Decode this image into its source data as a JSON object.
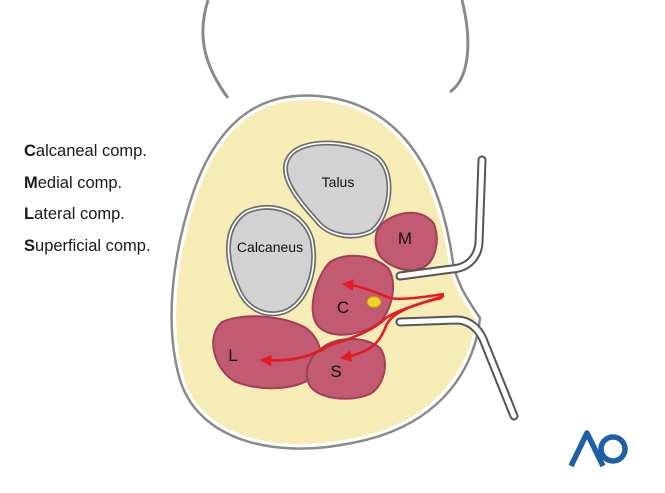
{
  "legend": [
    {
      "initial": "C",
      "rest": "alcaneal comp."
    },
    {
      "initial": "M",
      "rest": "edial comp."
    },
    {
      "initial": "L",
      "rest": "ateral comp."
    },
    {
      "initial": "S",
      "rest": "uperficial comp."
    }
  ],
  "bones": {
    "talus": "Talus",
    "calcaneus": "Calcaneus"
  },
  "compartments": {
    "medial": "M",
    "calcaneal": "C",
    "lateral": "L",
    "superficial": "S"
  },
  "logo": "AO",
  "colors": {
    "skin_fill": "#f6ecb6",
    "outline": "#8a8a8a",
    "bone_fill": "#d2d2d2",
    "bone_outline": "#6e6e6e",
    "compartment_fill": "#c25a73",
    "compartment_outline": "#9e4058",
    "arrow": "#e41b23",
    "nerve": "#f0d22a",
    "logo": "#1f5fa8"
  }
}
